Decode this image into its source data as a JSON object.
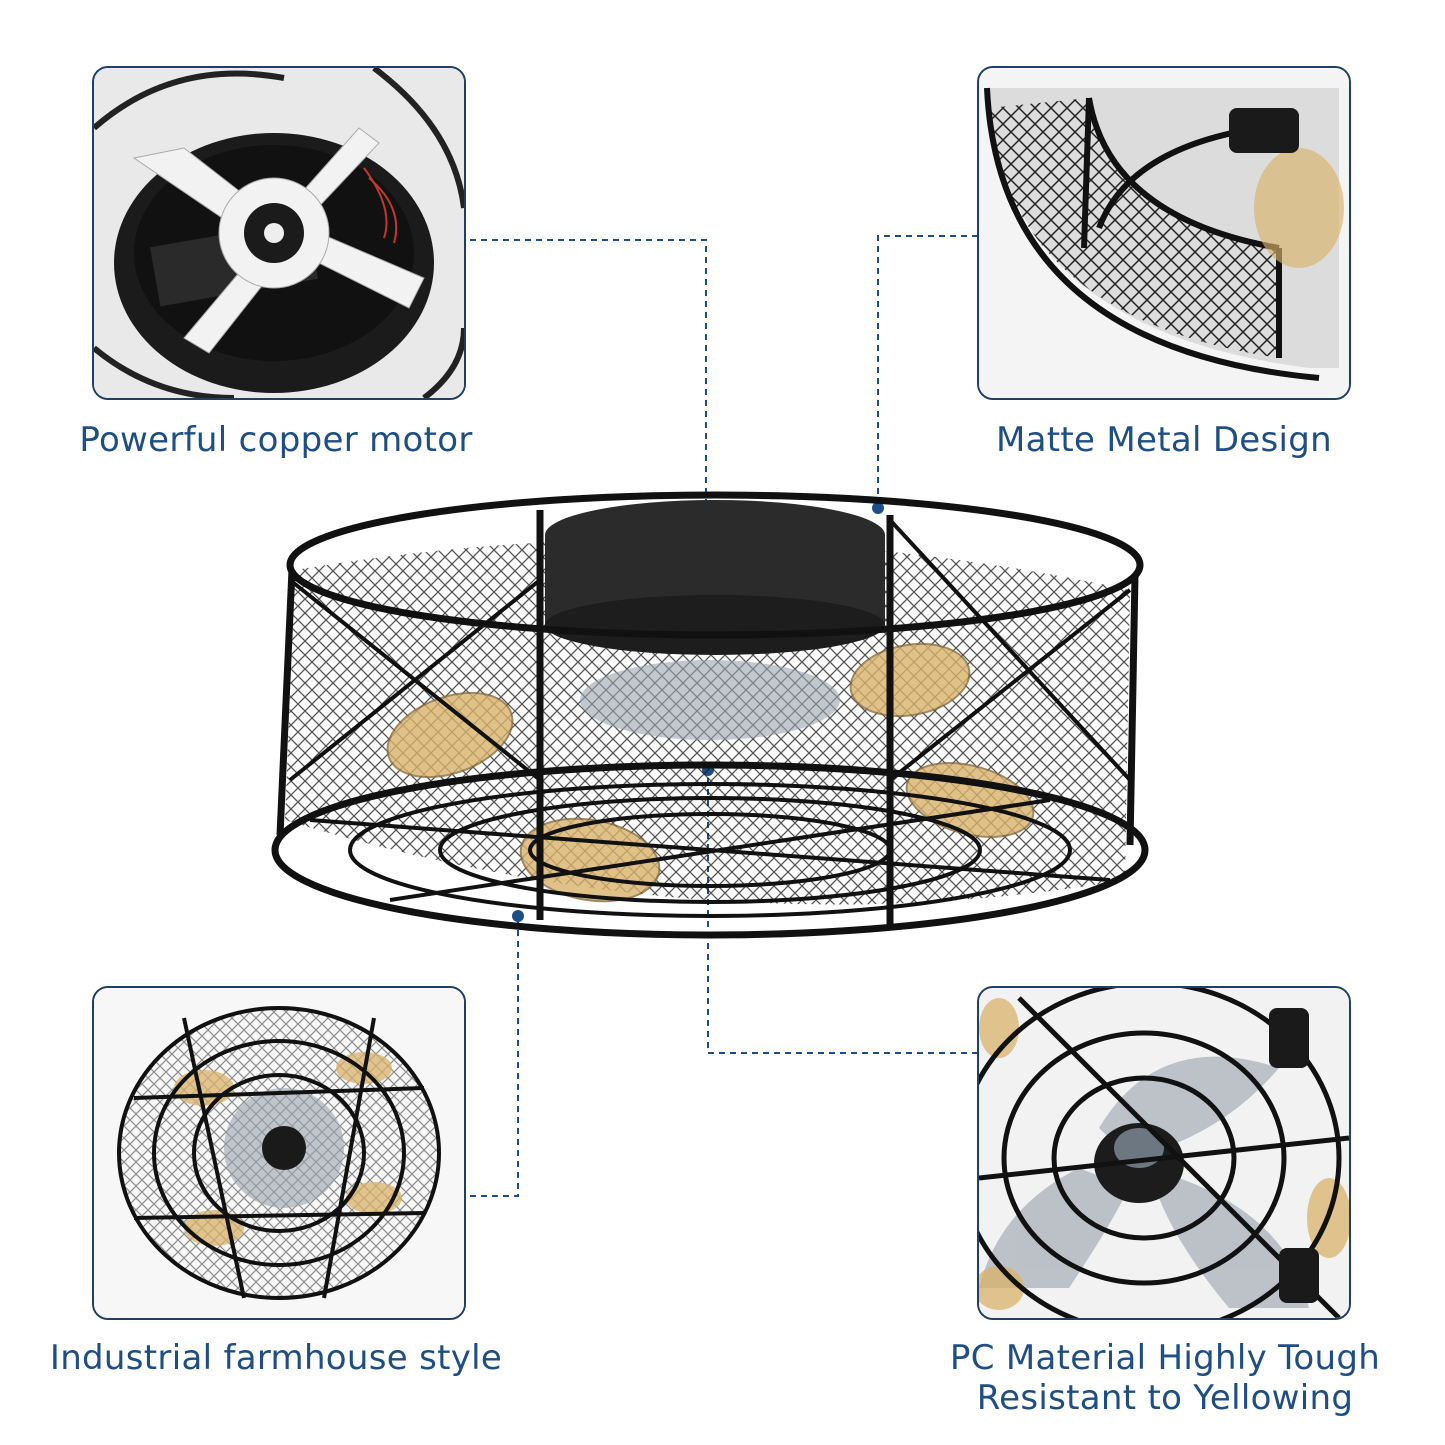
{
  "captions": {
    "motor": "Powerful copper motor",
    "metal": "Matte Metal Design",
    "farmhouse": "Industrial farmhouse style",
    "pc_line1": "PC Material Highly Tough",
    "pc_line2": "Resistant to Yellowing"
  },
  "colors": {
    "accent": "#1d4e86",
    "panel_border": "#1f3f66",
    "metal": "#1a1a1a",
    "bulb": "#d9b26a"
  }
}
